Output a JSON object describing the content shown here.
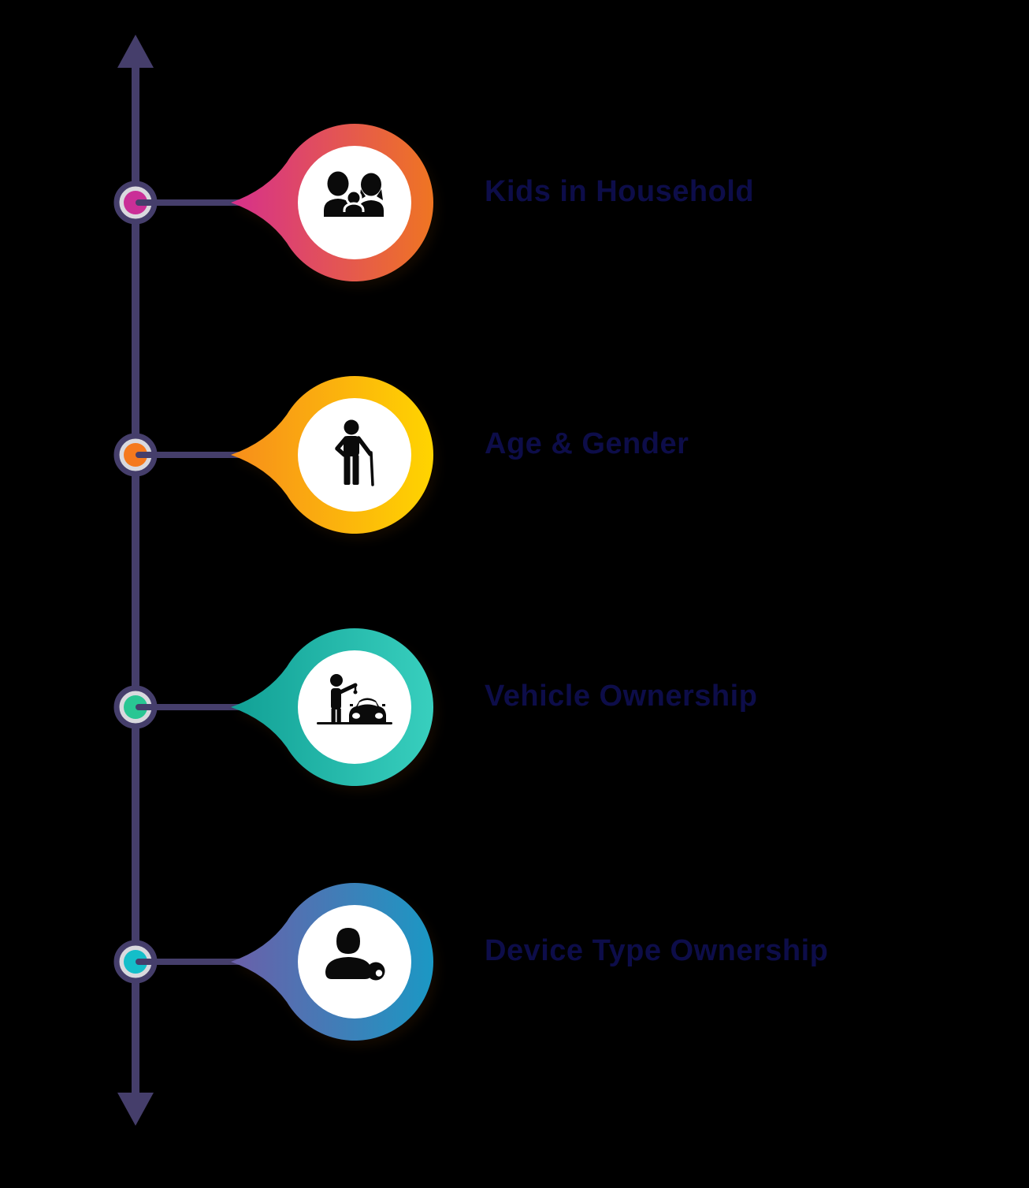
{
  "page": {
    "background_color": "#000000"
  },
  "timeline": {
    "line_color": "#453e6b",
    "label_color": "#0d0d49",
    "node_ring_fill": "#d9d9de",
    "icon_color": "#0a0a0a",
    "items": [
      {
        "label": "Kids in Household",
        "icon": "family-icon",
        "dot_color": "#ca2f97",
        "gradient_from": "#d6308c",
        "gradient_to": "#ef7522"
      },
      {
        "label": "Age & Gender",
        "icon": "elderly-person-icon",
        "dot_color": "#f5791d",
        "gradient_from": "#f78d1b",
        "gradient_to": "#ffd400"
      },
      {
        "label": "Vehicle Ownership",
        "icon": "person-with-car-icon",
        "dot_color": "#29c693",
        "gradient_from": "#11a095",
        "gradient_to": "#38cfbe"
      },
      {
        "label": "Device Type Ownership",
        "icon": "person-with-key-icon",
        "dot_color": "#14bec9",
        "gradient_from": "#6b5fa9",
        "gradient_to": "#1b98c4"
      }
    ]
  }
}
